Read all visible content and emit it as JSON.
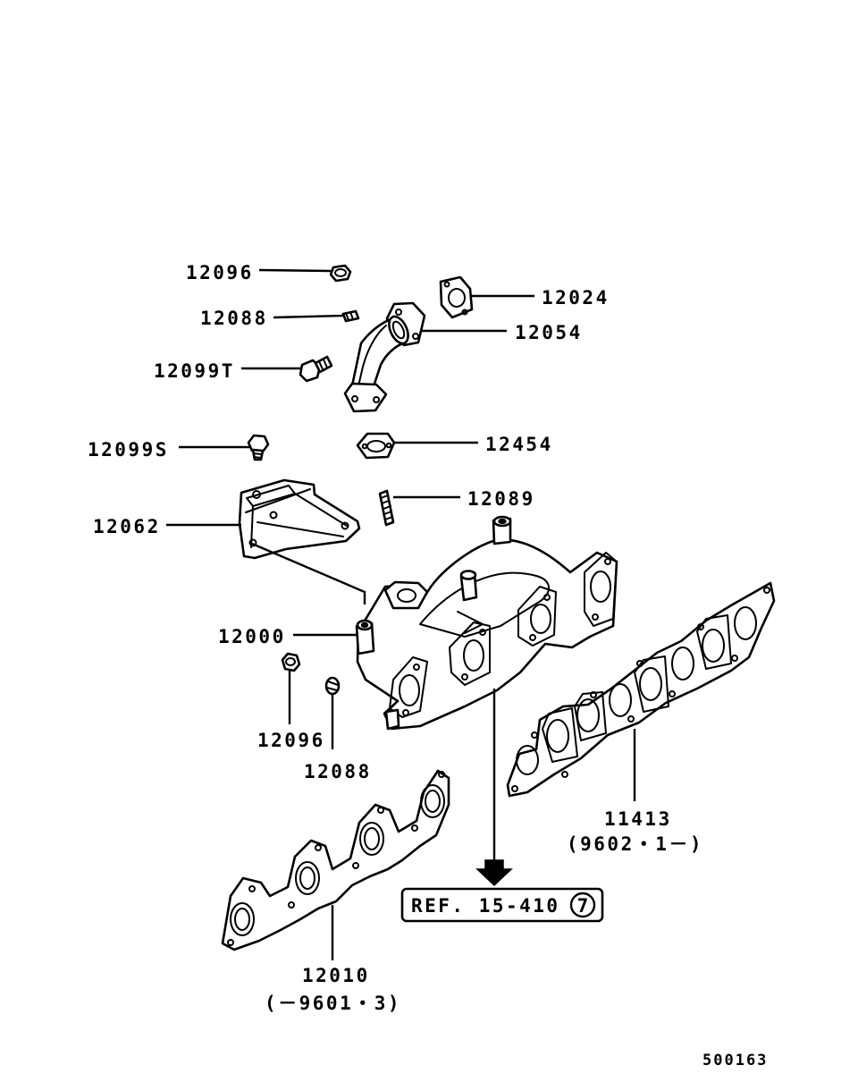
{
  "parts": {
    "p12096a": "12096",
    "p12088a": "12088",
    "p12099T": "12099T",
    "p12024": "12024",
    "p12054": "12054",
    "p12099S": "12099S",
    "p12454": "12454",
    "p12089": "12089",
    "p12062": "12062",
    "p12000": "12000",
    "p12096b": "12096",
    "p12088b": "12088",
    "p11413": "11413",
    "p11413_range": "(9602・1－)",
    "p12010": "12010",
    "p12010_range": "(－9601・3)"
  },
  "reference": {
    "text": "REF. 15-410",
    "circled": "7"
  },
  "diagram_id": "500163"
}
